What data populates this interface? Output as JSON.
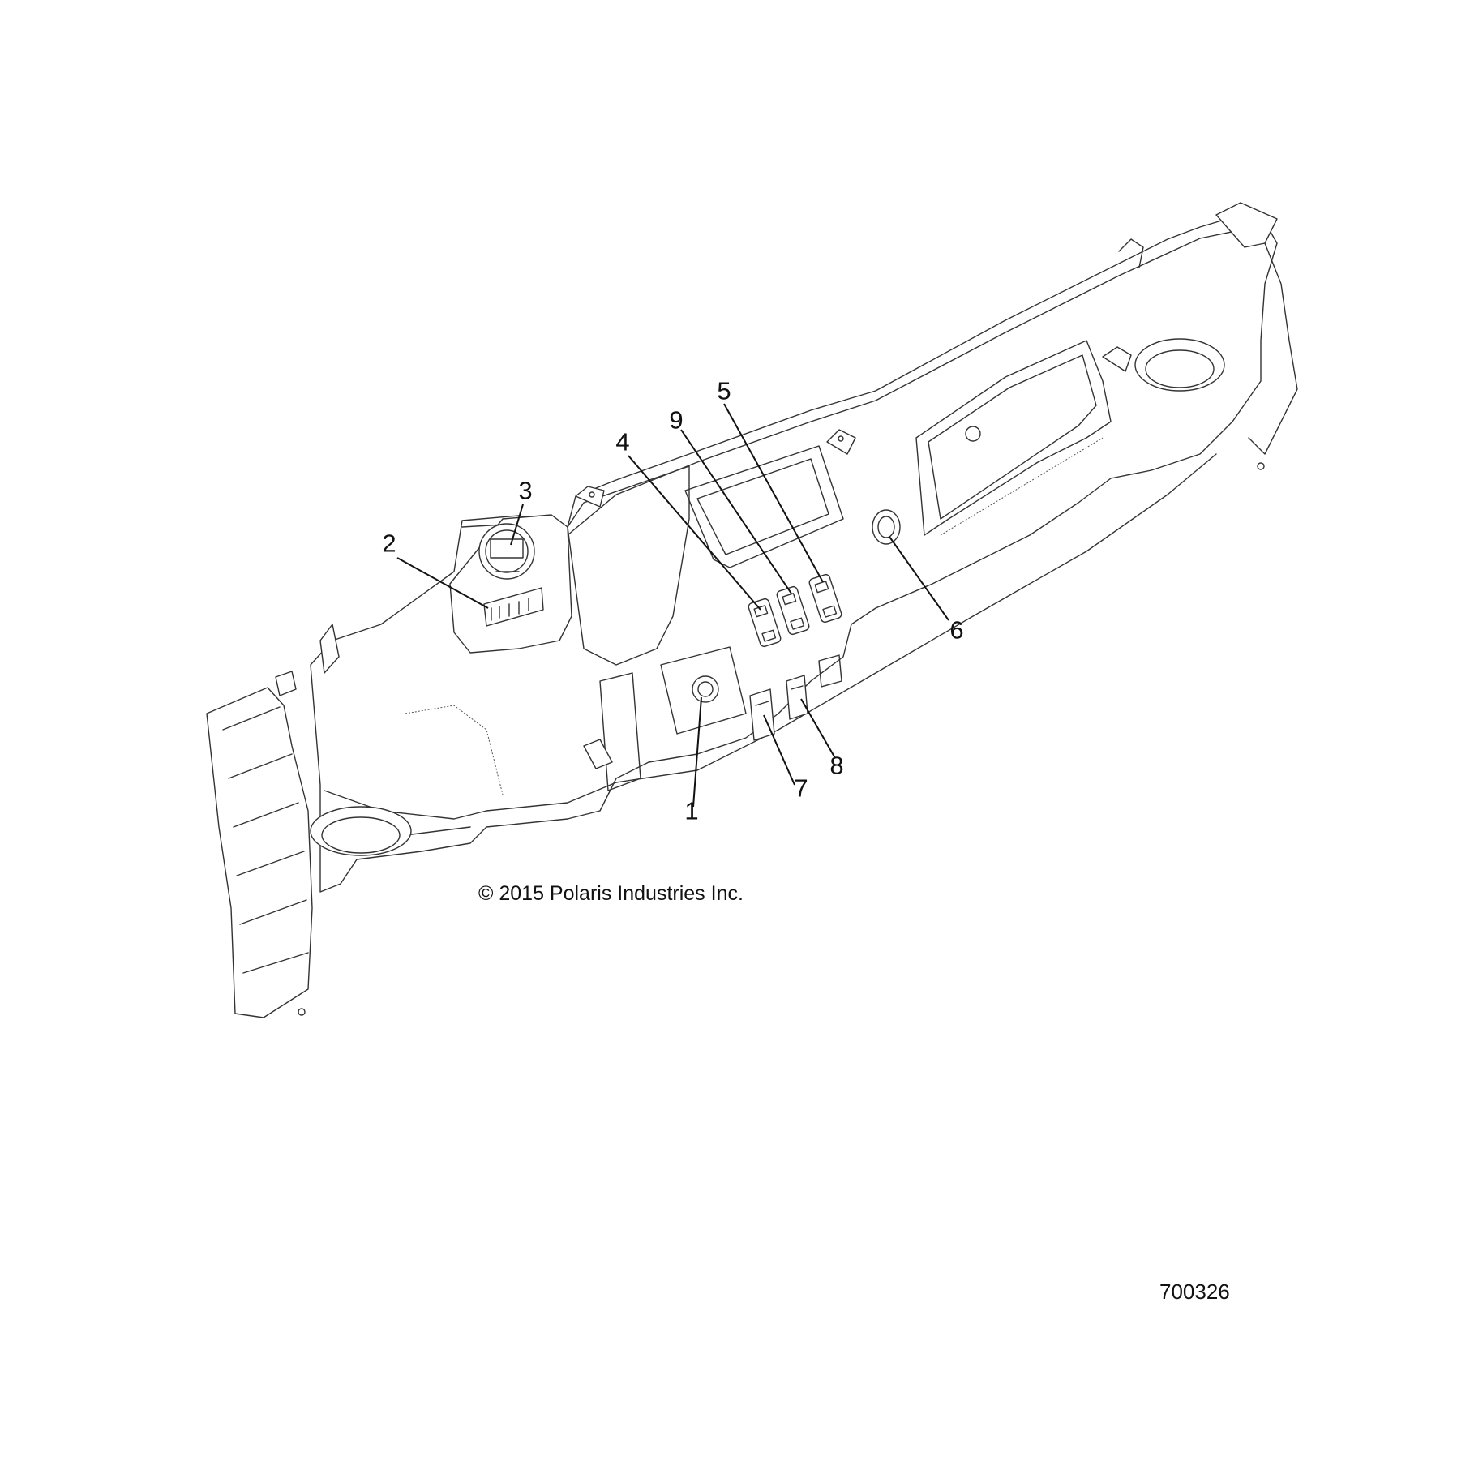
{
  "callouts": [
    {
      "id": "1",
      "label": "1"
    },
    {
      "id": "2",
      "label": "2"
    },
    {
      "id": "3",
      "label": "3"
    },
    {
      "id": "4",
      "label": "4"
    },
    {
      "id": "5",
      "label": "5"
    },
    {
      "id": "6",
      "label": "6"
    },
    {
      "id": "7",
      "label": "7"
    },
    {
      "id": "8",
      "label": "8"
    },
    {
      "id": "9",
      "label": "9"
    }
  ],
  "copyright": "© 2015 Polaris Industries Inc.",
  "figure_id": "700326",
  "colors": {
    "line": "#333333",
    "background": "#ffffff",
    "text": "#111111"
  }
}
